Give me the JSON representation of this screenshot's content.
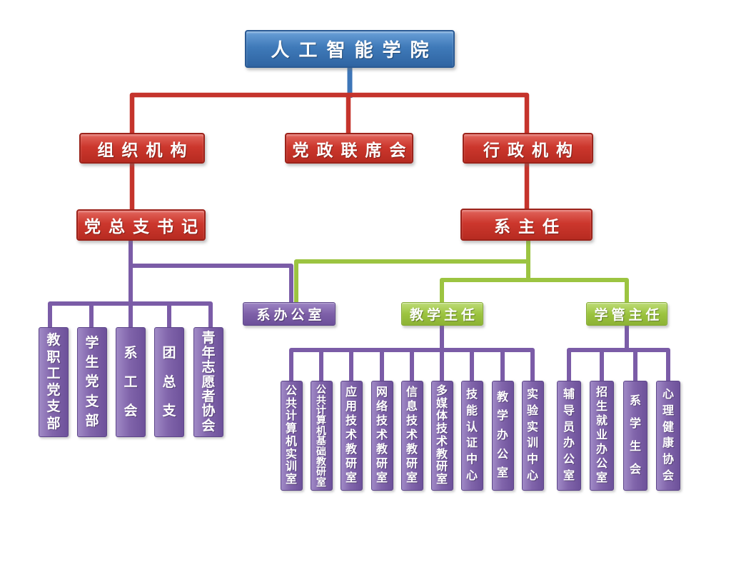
{
  "org": {
    "root": "人工智能学院",
    "level2": [
      "组织机构",
      "党政联席会",
      "行政机构"
    ],
    "level3": [
      "党总支书记",
      "系主任"
    ],
    "mid": [
      "系办公室",
      "教学主任",
      "学管主任"
    ],
    "party_group": [
      "教职工党支部",
      "学生党支部",
      "系工会",
      "团总支",
      "青年志愿者协会"
    ],
    "teaching_group": [
      "公共计算机实训室",
      "公共计算机基础教研室",
      "应用技术教研室",
      "网络技术教研室",
      "信息技术教研室",
      "多媒体技术教研室",
      "技能认证中心",
      "教学办公室",
      "实验实训中心"
    ],
    "student_group": [
      "辅导员办公室",
      "招生就业办公室",
      "系学生会",
      "心理健康协会"
    ],
    "colors": {
      "blue": "#3d76b8",
      "red": "#c5342c",
      "purple": "#7b5ca7",
      "green": "#9cc441"
    }
  }
}
